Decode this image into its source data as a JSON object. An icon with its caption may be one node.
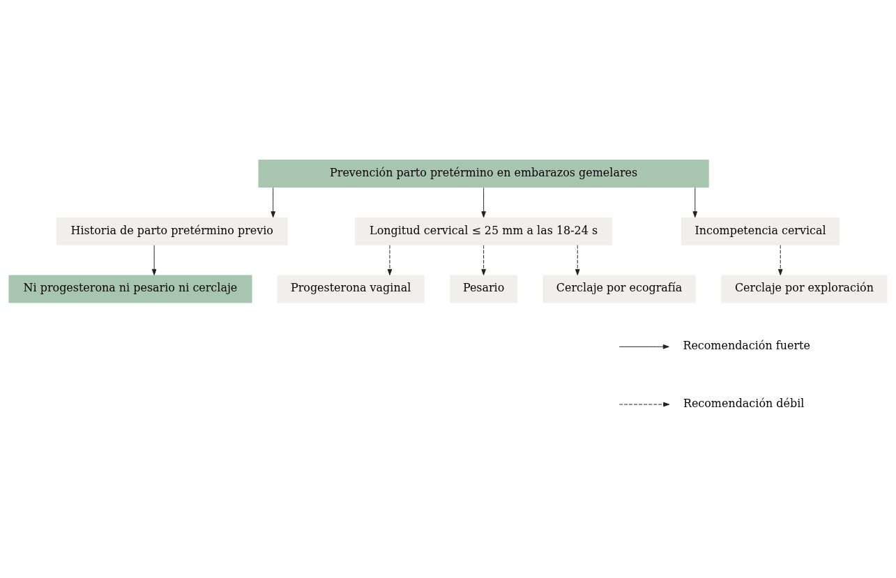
{
  "diagram": {
    "nodes": [
      {
        "text": [
          "Prevención parto pretérmino en embarazos gemelares"
        ]
      },
      {
        "text": [
          "Historia de parto pretérmino previo"
        ]
      },
      {
        "text": [
          "Longitud cervical ≤ 25 mm a las 18-24 s"
        ]
      },
      {
        "text": [
          "Incompetencia cervical"
        ]
      },
      {
        "text": [
          "Ni progesterona ni pesario ni cerclaje"
        ]
      },
      {
        "text": [
          "Progesterona vaginal"
        ]
      },
      {
        "text": [
          "Pesario"
        ]
      },
      {
        "text": [
          "Cerclaje por ecografía"
        ]
      },
      {
        "text": [
          "Cerclaje por exploración"
        ]
      }
    ],
    "edges": [
      {
        "from": 0,
        "to": 1,
        "arrow": "to"
      },
      {
        "from": 0,
        "to": 2,
        "arrow": "to"
      },
      {
        "from": 0,
        "to": 3,
        "arrow": "to"
      },
      {
        "from": 1,
        "to": 4,
        "arrow": "to"
      },
      {
        "from": 2,
        "to": 5,
        "arrow": "to",
        "style": "dashed"
      },
      {
        "from": 2,
        "to": 6,
        "arrow": "to",
        "style": "dashed"
      },
      {
        "from": 2,
        "to": 7,
        "arrow": "to",
        "style": "dashed"
      },
      {
        "from": 3,
        "to": 8,
        "arrow": "to",
        "style": "dashed"
      }
    ],
    "legend": [
      {
        "text": "Recomendación fuerte"
      },
      {
        "text": "Recomendación débil"
      }
    ]
  }
}
